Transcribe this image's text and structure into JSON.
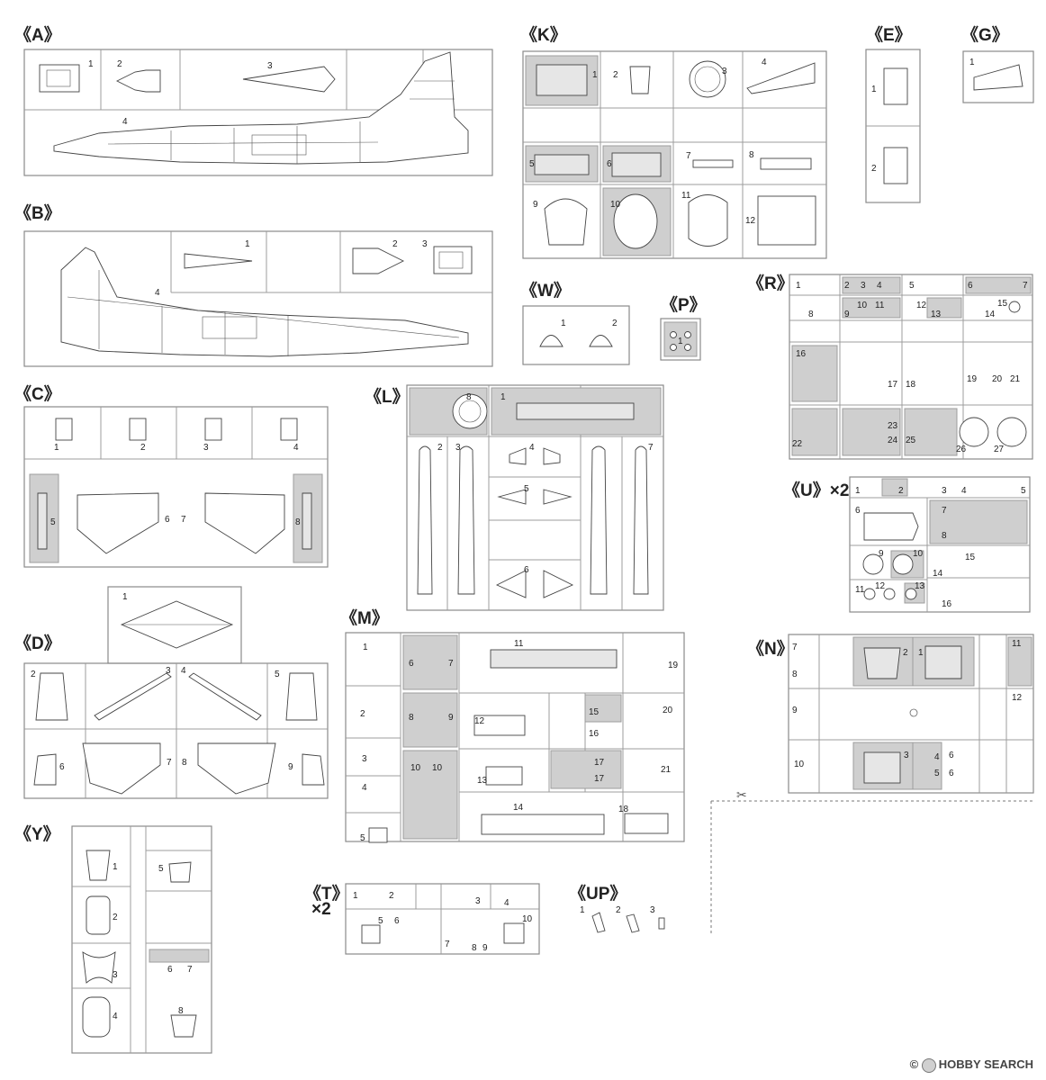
{
  "sprues": {
    "A": {
      "label": "《A》",
      "parts": [
        "1",
        "2",
        "3",
        "4"
      ]
    },
    "B": {
      "label": "《B》",
      "parts": [
        "1",
        "2",
        "3",
        "4"
      ]
    },
    "C": {
      "label": "《C》",
      "parts": [
        "1",
        "2",
        "3",
        "4",
        "5",
        "6",
        "7",
        "8"
      ]
    },
    "D": {
      "label": "《D》",
      "parts": [
        "1",
        "2",
        "3",
        "4",
        "5",
        "6",
        "7",
        "8",
        "9"
      ]
    },
    "Y": {
      "label": "《Y》",
      "parts": [
        "1",
        "2",
        "3",
        "4",
        "5",
        "6",
        "7",
        "8"
      ]
    },
    "K": {
      "label": "《K》",
      "parts": [
        "1",
        "2",
        "3",
        "4",
        "5",
        "6",
        "7",
        "8",
        "9",
        "10",
        "11",
        "12"
      ]
    },
    "E": {
      "label": "《E》",
      "parts": [
        "1",
        "2"
      ]
    },
    "G": {
      "label": "《G》",
      "parts": [
        "1"
      ]
    },
    "W": {
      "label": "《W》",
      "parts": [
        "1",
        "2"
      ]
    },
    "P": {
      "label": "《P》",
      "parts": [
        "1"
      ]
    },
    "R": {
      "label": "《R》",
      "parts": [
        "1",
        "2",
        "3",
        "4",
        "5",
        "6",
        "7",
        "8",
        "9",
        "10",
        "11",
        "12",
        "13",
        "14",
        "15",
        "16",
        "17",
        "18",
        "19",
        "20",
        "21",
        "22",
        "23",
        "24",
        "25",
        "26",
        "27"
      ]
    },
    "L": {
      "label": "《L》",
      "parts": [
        "1",
        "2",
        "3",
        "4",
        "5",
        "6",
        "7",
        "8"
      ]
    },
    "U": {
      "label": "《U》×2",
      "parts": [
        "1",
        "2",
        "3",
        "4",
        "5",
        "6",
        "7",
        "8",
        "9",
        "10",
        "11",
        "12",
        "13",
        "14",
        "15",
        "16"
      ]
    },
    "M": {
      "label": "《M》",
      "parts": [
        "1",
        "2",
        "3",
        "4",
        "5",
        "6",
        "7",
        "8",
        "9",
        "10",
        "11",
        "12",
        "13",
        "14",
        "15",
        "16",
        "17",
        "18",
        "19",
        "20",
        "21"
      ]
    },
    "N": {
      "label": "《N》",
      "parts": [
        "1",
        "2",
        "3",
        "4",
        "5",
        "6",
        "7",
        "8",
        "9",
        "10",
        "11",
        "12"
      ]
    },
    "T": {
      "label": "《T》",
      "multiplier": "×2",
      "parts": [
        "1",
        "2",
        "3",
        "4",
        "5",
        "6",
        "7",
        "8",
        "9",
        "10"
      ]
    },
    "UP": {
      "label": "《UP》",
      "parts": [
        "1",
        "2",
        "3"
      ]
    }
  },
  "watermark": {
    "text": "HOBBY SEARCH",
    "mark": "©"
  }
}
